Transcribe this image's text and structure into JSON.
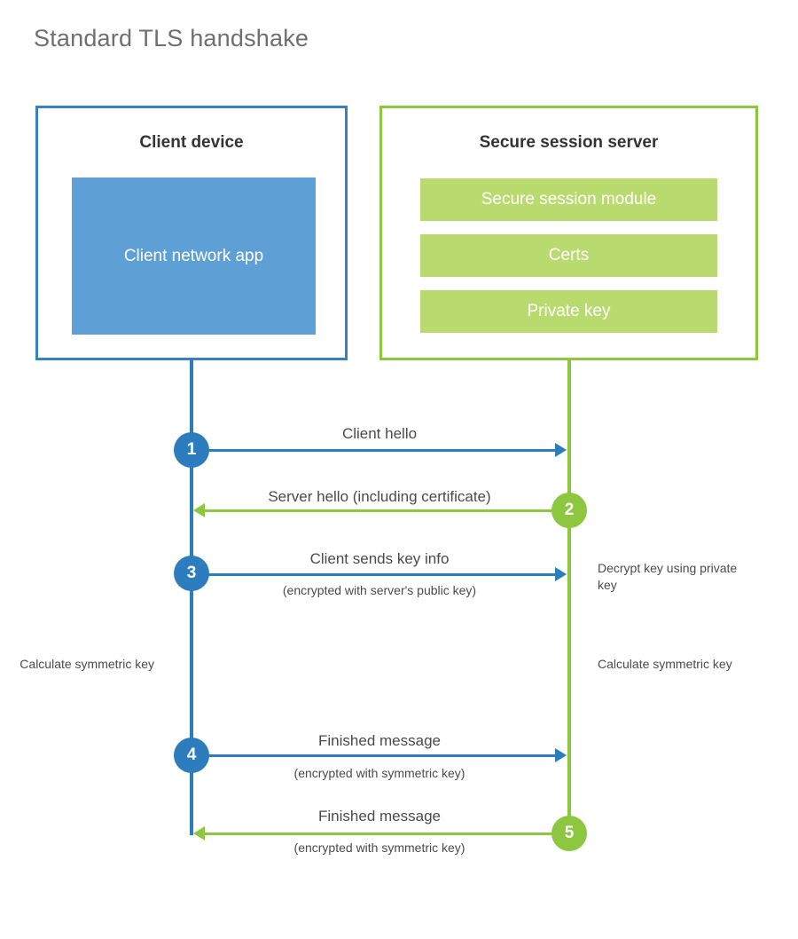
{
  "page": {
    "title": "Standard TLS handshake",
    "background_color": "#ffffff"
  },
  "colors": {
    "blue_border": "#3a7fbf",
    "blue_fill": "#5e9fd5",
    "blue_accent": "#2d7dbe",
    "green_border": "#8dc63f",
    "green_fill": "#b8da6f",
    "green_accent": "#8dc63f",
    "text": "#4a4a4a",
    "title_text": "#6f6f6f"
  },
  "parties": {
    "client": {
      "title": "Client device",
      "components": [
        {
          "label": "Client network app"
        }
      ]
    },
    "server": {
      "title": "Secure session server",
      "components": [
        {
          "label": "Secure session module"
        },
        {
          "label": "Certs"
        },
        {
          "label": "Private key"
        }
      ]
    }
  },
  "steps": [
    {
      "number": "1",
      "label": "Client hello",
      "sublabel": "",
      "direction": "client-to-server",
      "color": "#2d7dbe"
    },
    {
      "number": "2",
      "label": "Server hello (including certificate)",
      "sublabel": "",
      "direction": "server-to-client",
      "color": "#8dc63f"
    },
    {
      "number": "3",
      "label": "Client sends key info",
      "sublabel": "(encrypted with server's public key)",
      "direction": "client-to-server",
      "color": "#2d7dbe"
    },
    {
      "number": "4",
      "label": "Finished message",
      "sublabel": "(encrypted with symmetric key)",
      "direction": "client-to-server",
      "color": "#2d7dbe"
    },
    {
      "number": "5",
      "label": "Finished message",
      "sublabel": "(encrypted with symmetric key)",
      "direction": "server-to-client",
      "color": "#8dc63f"
    }
  ],
  "annotations": {
    "decrypt_key": "Decrypt key using private key",
    "calculate_symmetric_key_client": "Calculate symmetric key",
    "calculate_symmetric_key_server": "Calculate symmetric key"
  }
}
